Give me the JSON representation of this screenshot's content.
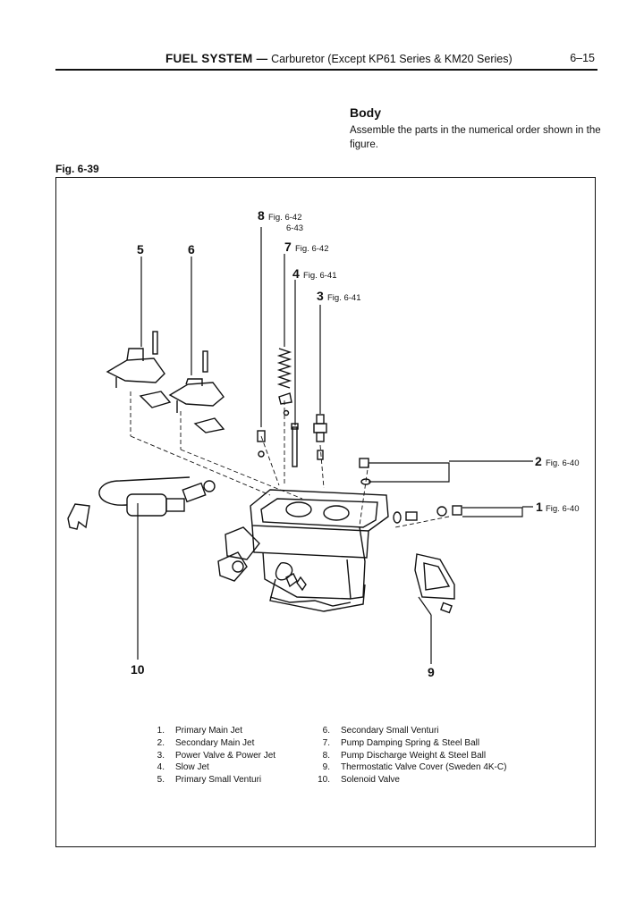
{
  "header": {
    "section": "FUEL SYSTEM",
    "separator": "—",
    "subtitle": "Carburetor (Except KP61 Series & KM20 Series)",
    "page": "6–15"
  },
  "body": {
    "title": "Body",
    "text": "Assemble the parts in the numerical order shown in the figure."
  },
  "figure": {
    "label": "Fig. 6-39",
    "callouts": [
      {
        "num": "8",
        "ref": "Fig. 6-42",
        "ref2": "6-43"
      },
      {
        "num": "7",
        "ref": "Fig. 6-42"
      },
      {
        "num": "4",
        "ref": "Fig. 6-41"
      },
      {
        "num": "3",
        "ref": "Fig. 6-41"
      },
      {
        "num": "2",
        "ref": "Fig. 6-40"
      },
      {
        "num": "1",
        "ref": "Fig. 6-40"
      },
      {
        "num": "5"
      },
      {
        "num": "6"
      },
      {
        "num": "10"
      },
      {
        "num": "9"
      }
    ]
  },
  "legend": {
    "left": [
      {
        "num": "1.",
        "text": "Primary Main Jet"
      },
      {
        "num": "2.",
        "text": "Secondary Main Jet"
      },
      {
        "num": "3.",
        "text": "Power Valve & Power Jet"
      },
      {
        "num": "4.",
        "text": "Slow Jet"
      },
      {
        "num": "5.",
        "text": "Primary Small Venturi"
      }
    ],
    "right": [
      {
        "num": "6.",
        "text": "Secondary Small Venturi"
      },
      {
        "num": "7.",
        "text": "Pump Damping Spring & Steel Ball"
      },
      {
        "num": "8.",
        "text": "Pump Discharge Weight & Steel Ball"
      },
      {
        "num": "9.",
        "text": "Thermostatic Valve Cover (Sweden 4K-C)"
      },
      {
        "num": "10.",
        "text": "Solenoid Valve"
      }
    ]
  }
}
